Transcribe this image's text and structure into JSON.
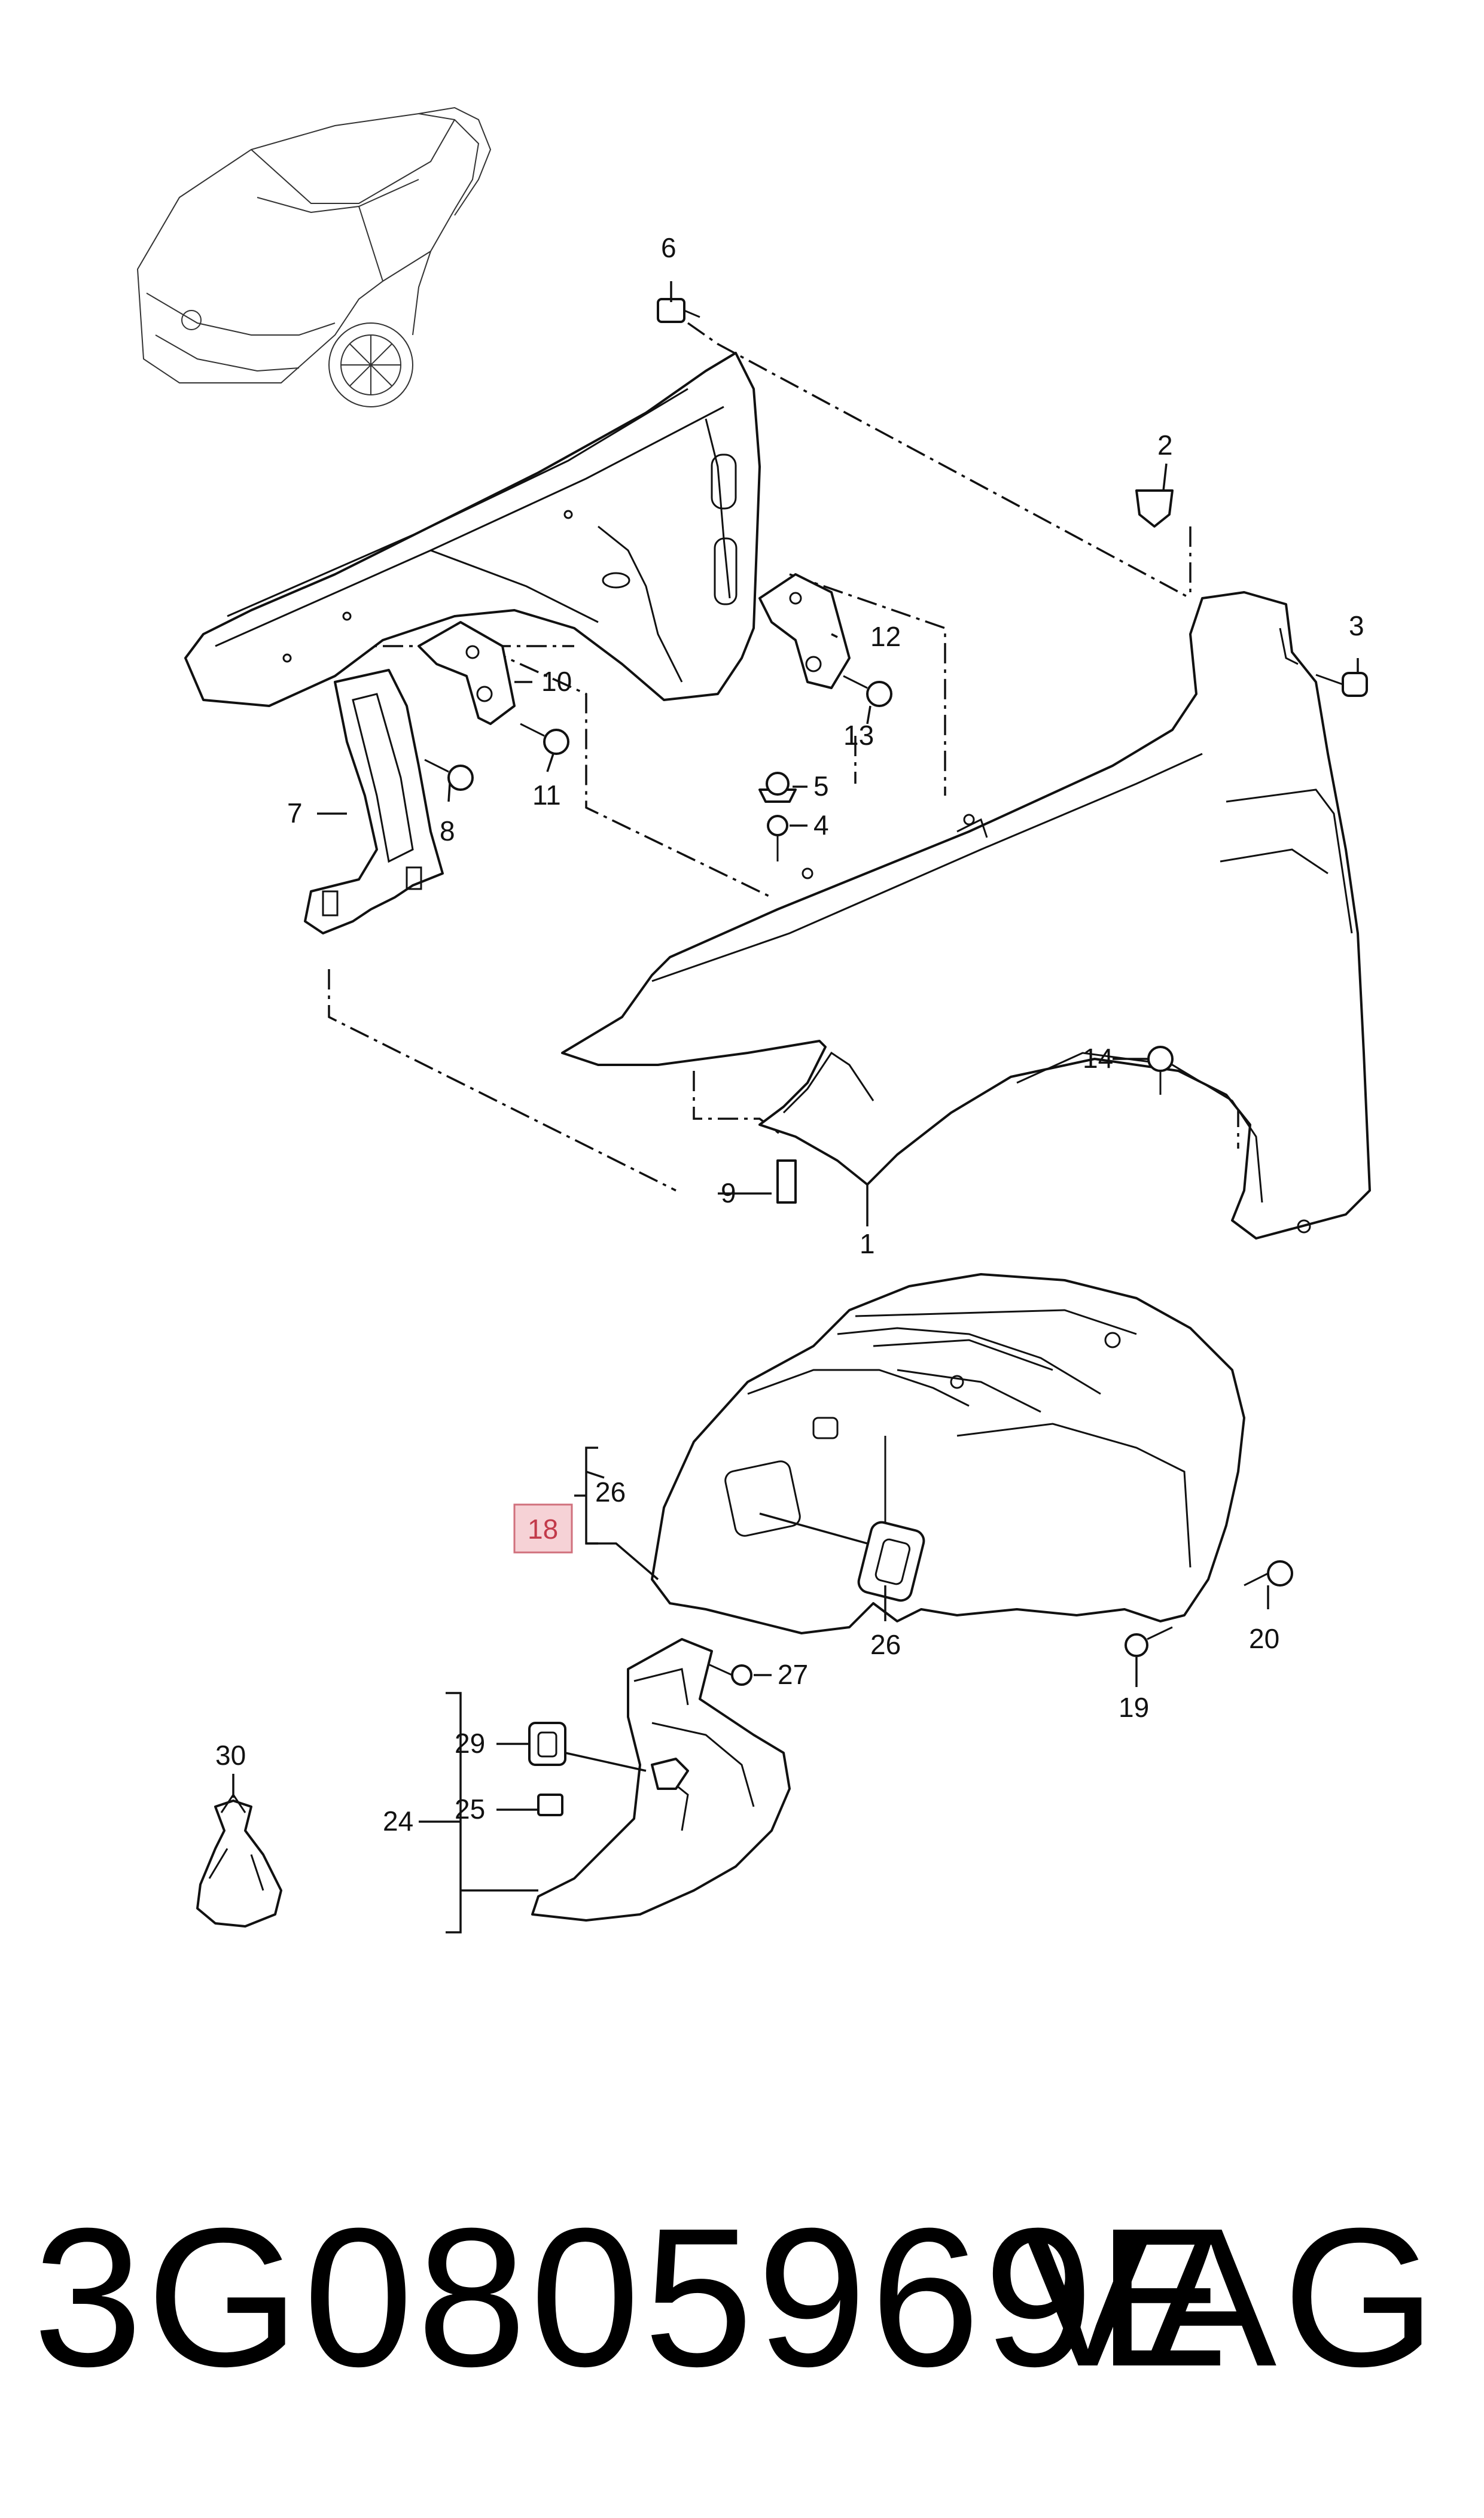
{
  "diagram": {
    "callouts": {
      "c1": "1",
      "c2": "2",
      "c3": "3",
      "c4": "4",
      "c5": "5",
      "c6": "6",
      "c7": "7",
      "c8": "8",
      "c9": "9",
      "c10": "10",
      "c11": "11",
      "c12": "12",
      "c13": "13",
      "c14": "14",
      "c18": "18",
      "c19": "19",
      "c20": "20",
      "c24": "24",
      "c25": "25",
      "c26a": "26",
      "c26b": "26",
      "c27": "27",
      "c29": "29",
      "c30": "30"
    },
    "highlighted_part": "18",
    "highlight_color": "#f6d2d6"
  },
  "caption": {
    "part_number": "3G0805969E",
    "brand": "VAG"
  }
}
